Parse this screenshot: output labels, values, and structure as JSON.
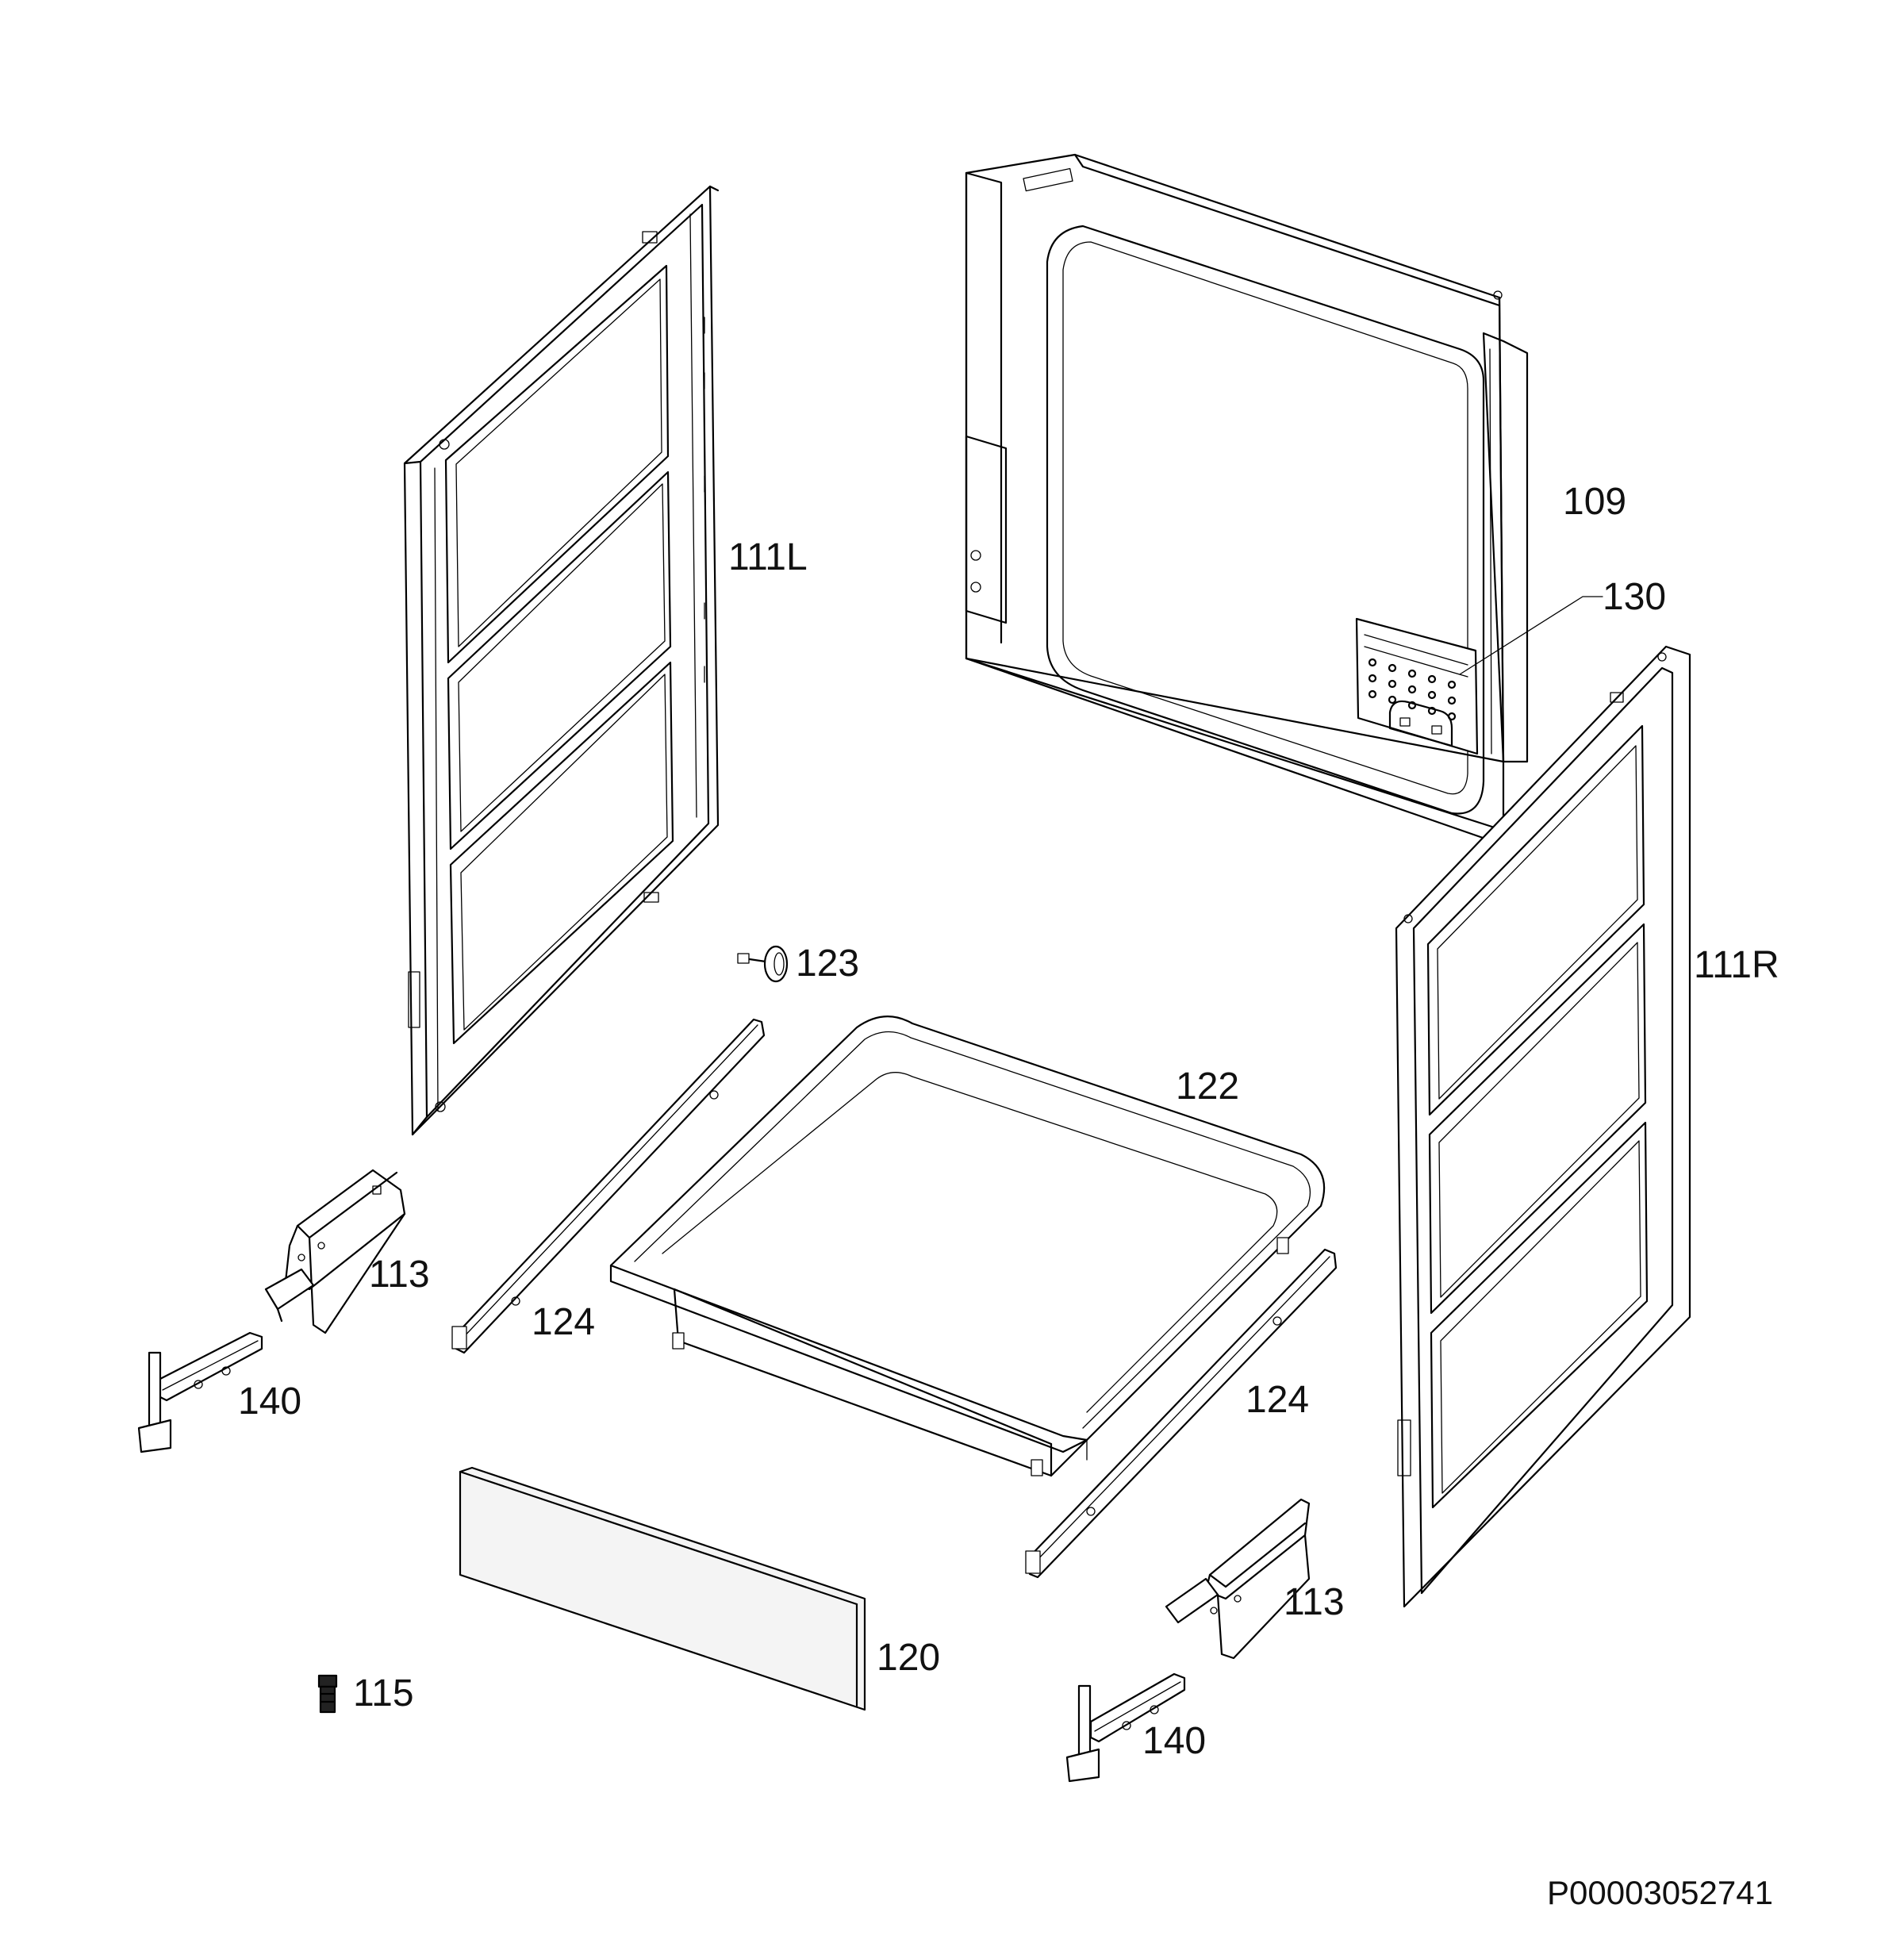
{
  "labels": {
    "p109": "109",
    "p111L": "111L",
    "p111R": "111R",
    "p113a": "113",
    "p113b": "113",
    "p115": "115",
    "p120": "120",
    "p122": "122",
    "p123": "123",
    "p124a": "124",
    "p124b": "124",
    "p130": "130",
    "p140a": "140",
    "p140b": "140"
  },
  "drawing_code": "P00003052741"
}
